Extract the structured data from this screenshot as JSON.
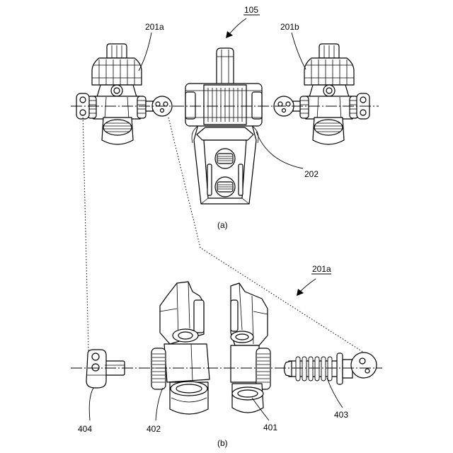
{
  "figure_a": {
    "caption": "(a)",
    "ref_105": "105",
    "ref_201a": "201a",
    "ref_201b": "201b",
    "ref_202": "202"
  },
  "figure_b": {
    "caption": "(b)",
    "ref_201a": "201a",
    "ref_404": "404",
    "ref_402": "402",
    "ref_401": "401",
    "ref_403": "403"
  },
  "colors": {
    "line": "#000000",
    "background": "#ffffff"
  }
}
